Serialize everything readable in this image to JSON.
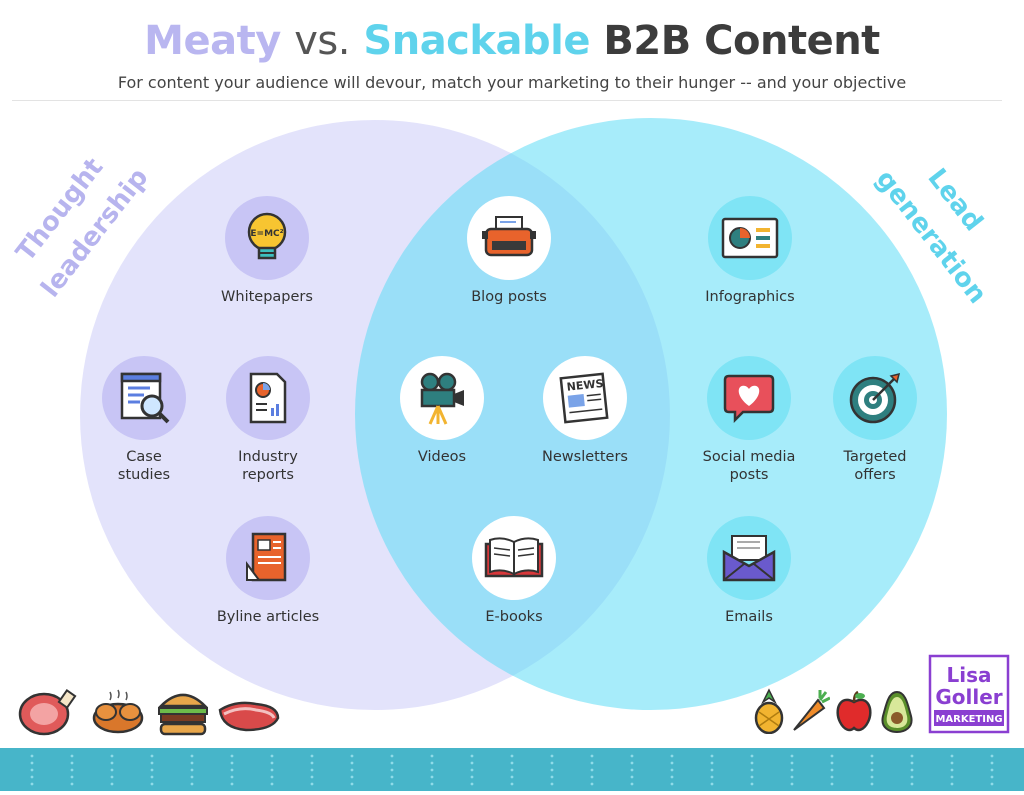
{
  "header": {
    "title_meaty": "Meaty",
    "title_vs": "vs.",
    "title_snackable": "Snackable",
    "title_rest": "B2B Content",
    "subtitle": "For content your audience will devour, match your marketing to their hunger -- and your objective"
  },
  "circles": {
    "left_label_line1": "Thought",
    "left_label_line2": "leadership",
    "right_label_line1": "Lead",
    "right_label_line2": "generation"
  },
  "items": {
    "whitepapers": "Whitepapers",
    "case_studies_1": "Case",
    "case_studies_2": "studies",
    "industry_reports_1": "Industry",
    "industry_reports_2": "reports",
    "byline_articles": "Byline articles",
    "blog_posts": "Blog posts",
    "videos": "Videos",
    "newsletters": "Newsletters",
    "ebooks": "E-books",
    "infographics": "Infographics",
    "social_media_1": "Social media",
    "social_media_2": "posts",
    "targeted_offers_1": "Targeted",
    "targeted_offers_2": "offers",
    "emails": "Emails",
    "bulb_formula": "E=MC²",
    "newspaper_word": "NEWS"
  },
  "logo": {
    "line1": "Lisa",
    "line2": "Goller",
    "line3": "MARKETING"
  },
  "colors": {
    "meaty": "#b9b6f0",
    "snackable": "#5fd3ec",
    "footer": "#47b5c9",
    "logo": "#8a3fd1"
  }
}
